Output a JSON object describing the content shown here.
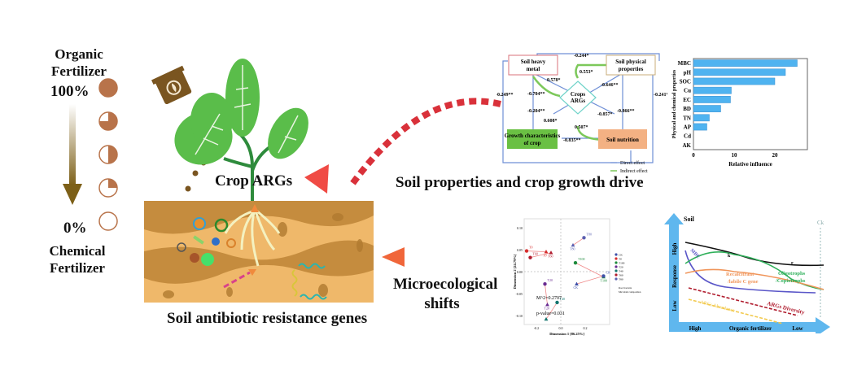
{
  "left_gradient": {
    "top_label_line1": "Organic",
    "top_label_line2": "Fertilizer",
    "top_percent": "100%",
    "bottom_percent": "0%",
    "bottom_label_line1": "Chemical",
    "bottom_label_line2": "Fertilizer",
    "organic_fractions": [
      1.0,
      0.75,
      0.5,
      0.25,
      0.0
    ],
    "pie_color": "#b8734a"
  },
  "plant_panel": {
    "crop_label": "Crop ARGs",
    "soil_label": "Soil antibiotic resistance genes"
  },
  "arrows": {
    "top_caption": "Soil properties and crop growth drive",
    "bottom_caption_line1": "Microecological",
    "bottom_caption_line2": "shifts"
  },
  "path_model": {
    "boxes": {
      "heavy_metal": "Soil heavy\nmetal",
      "physical": "Soil physical\nproperties",
      "growth": "Growth characteristics\nof crop",
      "nutrition": "Soil nutrition",
      "center": "Crops\nARGs"
    },
    "coefficients": {
      "top": "-0.244*",
      "left_outer": "-0.249**",
      "right_outer": "-0.241**",
      "hm_center": "0.578*",
      "hm_center_indirect": "-0.704**",
      "phys_center_indirect": "0.553*",
      "phys_center": "-0.646**",
      "hm_growth": "-0.204**",
      "growth_center": "0.608*",
      "phys_nutrition": "-0.866**",
      "center_nutrition": "-0.857*",
      "nutrition_center_indirect": "0.507*",
      "growth_nutrition": "-0.835**"
    },
    "legend": [
      "Direct effect",
      "Indirect effect"
    ],
    "colors": {
      "direct": "#6f8fd6",
      "indirect": "#7cc85a",
      "growth_fill": "#6ac043",
      "nutrition_fill": "#f3b183",
      "heavy_border": "#d9707a",
      "phys_border": "#c9ad7a"
    }
  },
  "chart_data": [
    {
      "type": "bar",
      "orientation": "horizontal",
      "categories": [
        "MBC",
        "pH",
        "SOC",
        "Cu",
        "EC",
        "BD",
        "TN",
        "AP",
        "Cd",
        "AK"
      ],
      "values": [
        25.5,
        22.6,
        20.0,
        9.3,
        9.1,
        6.7,
        3.9,
        3.3,
        0,
        0
      ],
      "title": "",
      "xlabel": "Relative influence",
      "ylabel": "Physical and chemical properties",
      "xlim": [
        0,
        28
      ],
      "xticks": [
        0,
        10,
        20
      ],
      "color": "#4fb3f0"
    },
    {
      "type": "scatter",
      "title": "",
      "xlabel": "Dimension 1 [86.25%]",
      "ylabel": "Dimension 2 [24.79%]",
      "xlim": [
        -0.3,
        0.4
      ],
      "ylim": [
        -0.12,
        0.12
      ],
      "xticks": [
        "-0.2",
        "0.0",
        "0.2"
      ],
      "yticks": [
        "0.10",
        "0.05",
        "0.00",
        "-0.05",
        "-0.10"
      ],
      "annotations": [
        "M^2=0.2707",
        "p-value=0.031"
      ],
      "legend": [
        "CK",
        "T0",
        "T100",
        "T20",
        "T40",
        "T60",
        "T80"
      ],
      "legend_extra": [
        "Root bacteria",
        "Microbial composition"
      ],
      "pairs": [
        {
          "label": "T80",
          "color": "#5a5fb0",
          "points": [
            [
              0.19,
              0.077
            ],
            [
              0.1,
              0.06
            ]
          ],
          "labels": [
            "T80",
            "T80"
          ]
        },
        {
          "label": "T0",
          "color": "#d62d2d",
          "points": [
            [
              -0.28,
              0.047
            ],
            [
              -0.12,
              0.045
            ]
          ],
          "labels": [
            "T0",
            "T0"
          ]
        },
        {
          "label": "T60",
          "color": "#b01c2e",
          "points": [
            [
              -0.25,
              0.032
            ],
            [
              -0.08,
              0.043
            ]
          ],
          "labels": [
            "T60",
            "T60"
          ]
        },
        {
          "label": "T100",
          "color": "#1e8a3c",
          "points": [
            [
              0.12,
              0.02
            ],
            [
              0.35,
              -0.012
            ]
          ],
          "labels": [
            "T100",
            "T100"
          ]
        },
        {
          "label": "CK",
          "color": "#3d4fa8",
          "points": [
            [
              0.35,
              -0.01
            ],
            [
              0.13,
              -0.028
            ]
          ],
          "labels": [
            "CK",
            "CK"
          ]
        },
        {
          "label": "T20",
          "color": "#6a2c91",
          "points": [
            [
              -0.13,
              -0.028
            ],
            [
              -0.11,
              -0.075
            ]
          ],
          "labels": [
            "T20",
            "T20"
          ]
        },
        {
          "label": "T40",
          "color": "#14756e",
          "points": [
            [
              -0.03,
              -0.07
            ],
            [
              -0.12,
              -0.108
            ]
          ],
          "labels": [
            "T40",
            ""
          ]
        }
      ]
    },
    {
      "type": "line",
      "title": "Soil",
      "xlabel": "Organic fertilizer",
      "ylabel": "Response",
      "x_tick_labels": [
        "High",
        "Low"
      ],
      "y_tick_labels": [
        "Low",
        "High"
      ],
      "marker_label": "Ck",
      "series": [
        {
          "name": "k / r",
          "color": "#111111",
          "style": "solid"
        },
        {
          "name": "MBC",
          "color": "#5a56c8",
          "style": "solid"
        },
        {
          "name": "Oligotrophs /Copiotrophs",
          "color": "#2fb05a",
          "style": "solid"
        },
        {
          "name": "Recalcitrant /labile C gene",
          "color": "#f0955a",
          "style": "solid"
        },
        {
          "name": "ARGs Diversity",
          "color": "#b01c2e",
          "style": "dashed"
        },
        {
          "name": "ARGs Abundance",
          "color": "#f2c94c",
          "style": "dashed"
        }
      ],
      "point_labels": [
        "k",
        "r"
      ]
    }
  ]
}
